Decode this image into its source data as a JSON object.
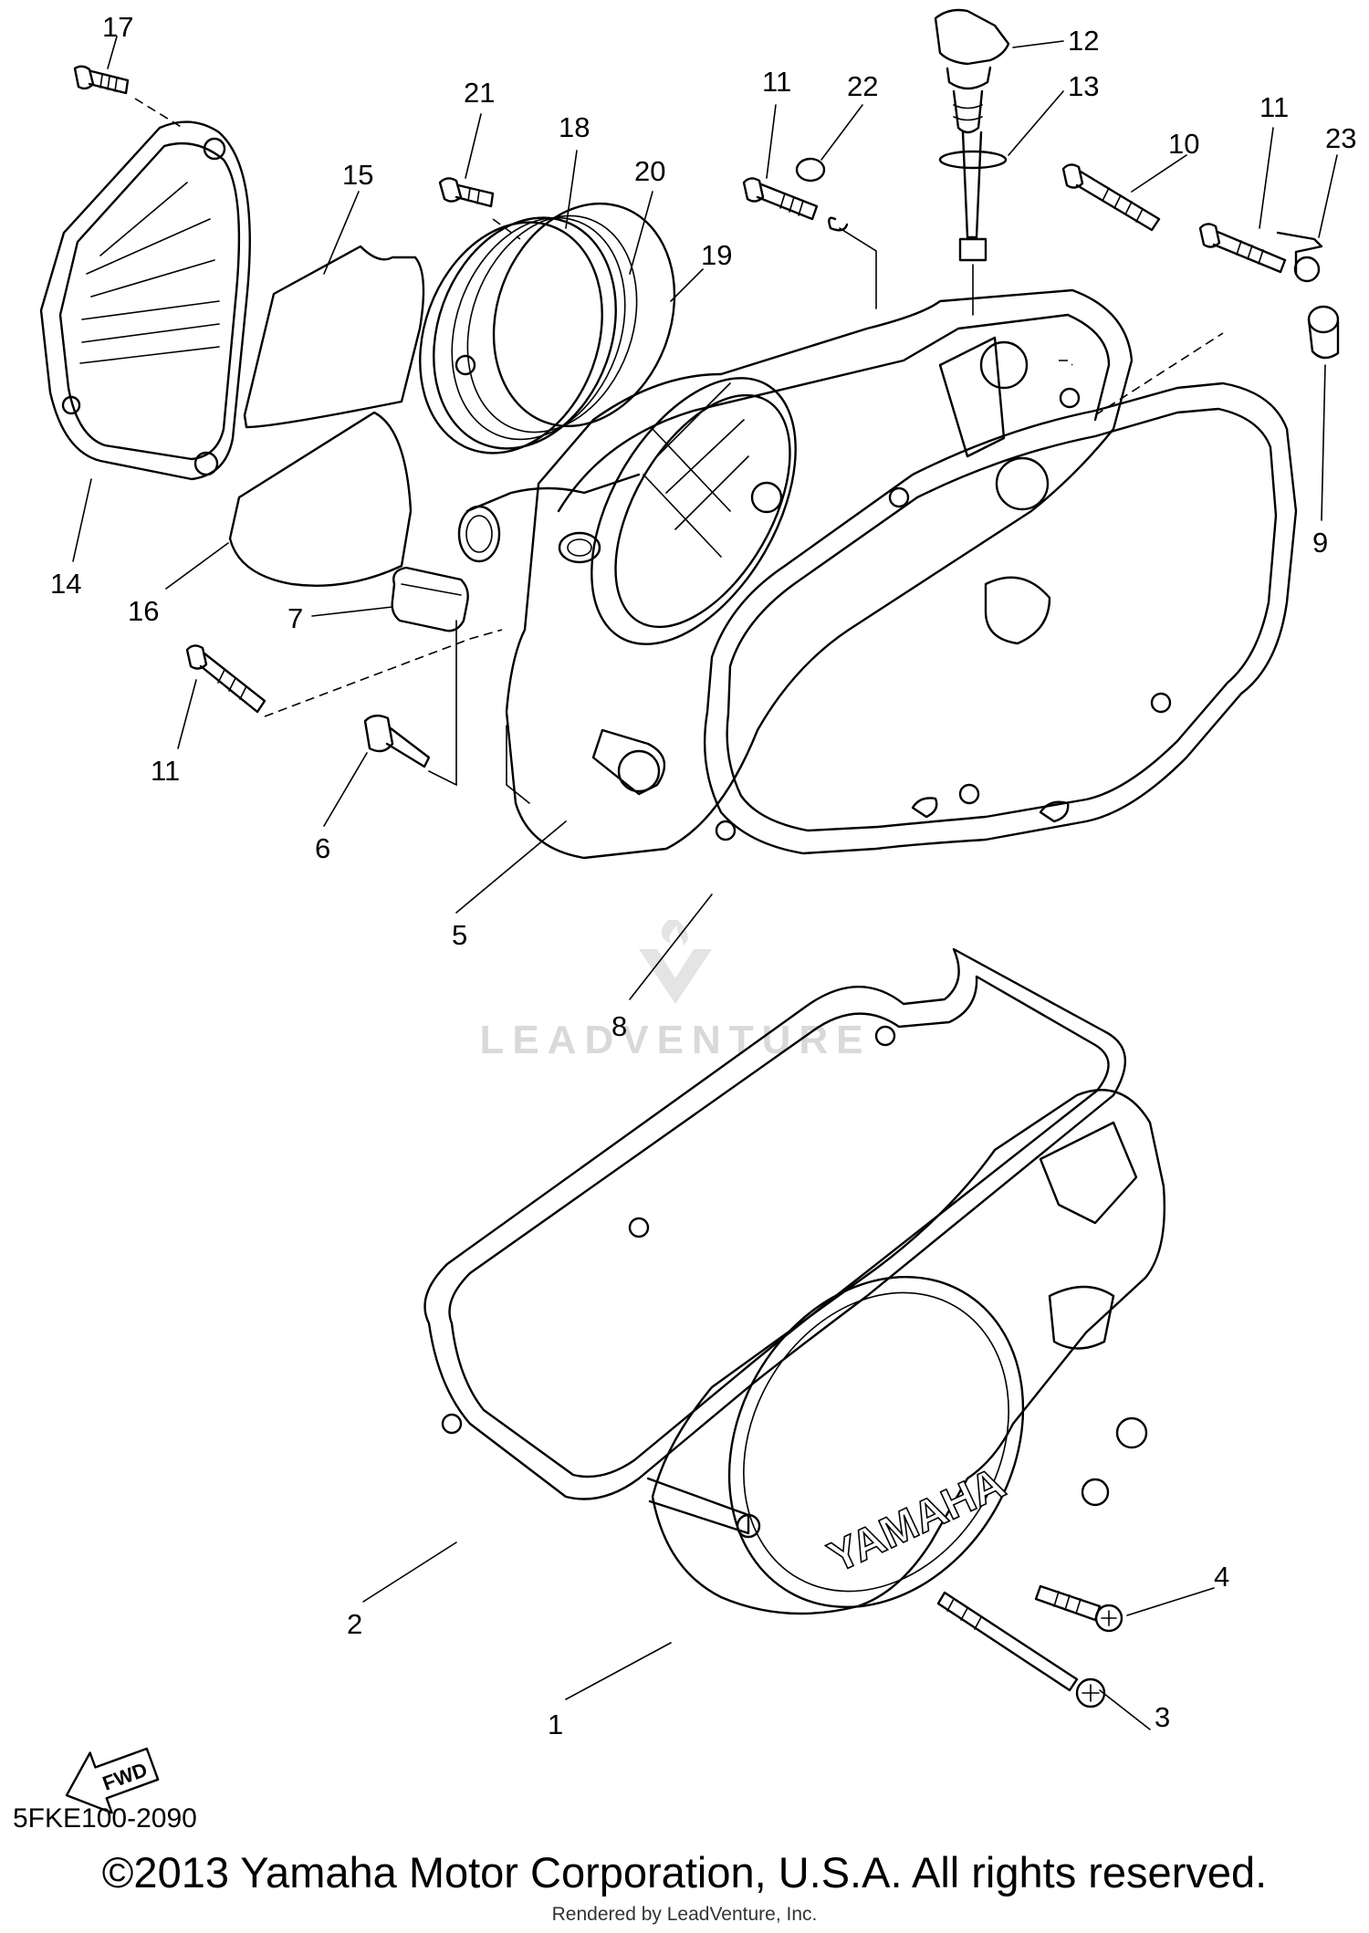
{
  "diagram": {
    "code": "5FKE100-2090",
    "fwd_label": "FWD",
    "brand_text": "YAMAHA",
    "callouts": [
      "17",
      "21",
      "18",
      "20",
      "11",
      "22",
      "12",
      "13",
      "11",
      "10",
      "23",
      "15",
      "19",
      "14",
      "16",
      "7",
      "9",
      "11",
      "6",
      "5",
      "8",
      "4",
      "2",
      "1",
      "3"
    ]
  },
  "watermark": {
    "text": "LEADVENTURE"
  },
  "footer": {
    "copyright": "©2013 Yamaha Motor Corporation, U.S.A. All rights reserved.",
    "rendered_by": "Rendered by LeadVenture, Inc."
  }
}
